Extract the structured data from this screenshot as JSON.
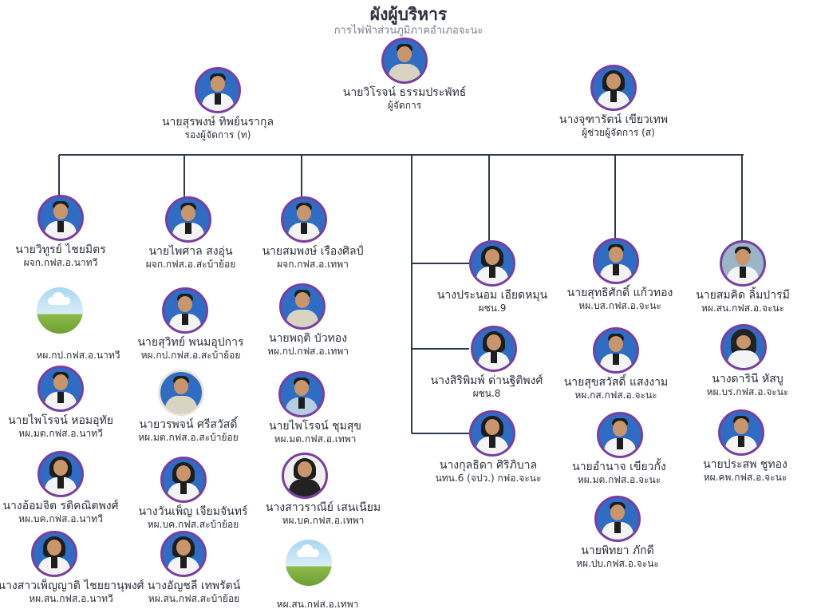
{
  "header": {
    "title": "ผังผู้บริหาร",
    "subtitle": "การไฟฟ้าส่วนภูมิภาคอำเภอจะนะ"
  },
  "top": {
    "manager": {
      "name": "นายวิโรจน์ ธรรมประพัทธ์",
      "role": "ผู้จัดการ"
    },
    "deputy": {
      "name": "นายสุรพงษ์ ทิพย์นรากุล",
      "role": "รองผู้จัดการ (ท)"
    },
    "assistant": {
      "name": "นางจุฑารัตน์ เขียวเทพ",
      "role": "ผู้ช่วยผู้จัดการ (ส)"
    }
  },
  "columns": {
    "nathawi": [
      {
        "name": "นายวิทูรย์ ไชยมิตร",
        "role": "ผจก.กฟส.อ.นาทวี"
      },
      {
        "name": "",
        "role": "หผ.กป.กฟส.อ.นาทวี"
      },
      {
        "name": "นายไพโรจน์ หอมอุทัย",
        "role": "หผ.มต.กฟส.อ.นาทวี"
      },
      {
        "name": "นางอ้อมจิต รติคณิตพงศ์",
        "role": "หผ.บค.กฟส.อ.นาทวี"
      },
      {
        "name": "นางสาวเพ็ญญาติ ไชยยานุพงศ์",
        "role": "หผ.สน.กฟส.อ.นาทวี"
      }
    ],
    "sabayoi": [
      {
        "name": "นายไพศาล สงอุ่น",
        "role": "ผจก.กฟส.อ.สะบ้าย้อย"
      },
      {
        "name": "นายสุวิทย์ พนมอุปการ",
        "role": "หผ.กป.กฟส.อ.สะบ้าย้อย"
      },
      {
        "name": "นายวรพจน์ ศรีสวัสดิ์",
        "role": "หผ.มต.กฟส.อ.สะบ้าย้อย"
      },
      {
        "name": "นางวันเพ็ญ เจียมจันทร์",
        "role": "หผ.บค.กฟส.สะบ้าย้อย"
      },
      {
        "name": "นางอัญชลี เทพรัตน์",
        "role": "หผ.สน.กฟส.สะบ้าย้อย"
      }
    ],
    "thepha": [
      {
        "name": "นายสมพงษ์ เรืองศิลป์",
        "role": "ผจก.กฟส.อ.เทพา"
      },
      {
        "name": "นายพฤติ บัวทอง",
        "role": "หผ.กป.กฟส.อ.เทพา"
      },
      {
        "name": "นายไพโรจน์ ชุมสุข",
        "role": "หผ.มต.กฟส.อ.เทพา"
      },
      {
        "name": "นางสาวราณีย์ เสนเนียม",
        "role": "หผ.บค.กฟส.อ.เทพา"
      },
      {
        "name": "",
        "role": "หผ.สน.กฟส.อ.เทพา"
      }
    ],
    "staff": [
      {
        "name": "นางประนอม เอียดหมุน",
        "role": "ผชน.9"
      },
      {
        "name": "นางสิริพิมพ์ ด่านฐิติพงศ์",
        "role": "ผชน.8"
      },
      {
        "name": "นางกุลธิดา ศิริภิบาล",
        "role": "นทน.6 (จปว.) กฟอ.จะนะ"
      }
    ],
    "chana_ops": [
      {
        "name": "นายสุทธิศักดิ์ แก้วทอง",
        "role": "หผ.บส.กฟส.อ.จะนะ"
      },
      {
        "name": "นายสุขสวัสดิ์ แสงงาม",
        "role": "หผ.กส.กฟส.อ.จะนะ"
      },
      {
        "name": "นายอำนาจ เขียวกั้ง",
        "role": "หผ.มต.กฟส.อ.จะนะ"
      },
      {
        "name": "นายพิทยา ภักดี",
        "role": "หผ.ปบ.กฟส.อ.จะนะ"
      }
    ],
    "chana_admin": [
      {
        "name": "นายสมคิด ลิ้มปารมี",
        "role": "หผ.สน.กฟส.อ.จะนะ"
      },
      {
        "name": "นางดารินี หัสบู",
        "role": "หผ.บร.กฟส.อ.จะนะ"
      },
      {
        "name": "นายประสพ ชูทอง",
        "role": "หผ.คพ.กฟส.อ.จะนะ"
      }
    ]
  },
  "colors": {
    "ring": "#7a3fa0",
    "line": "#2e3a4a",
    "text": "#2b2f3a",
    "subtitle": "#7b8090"
  }
}
